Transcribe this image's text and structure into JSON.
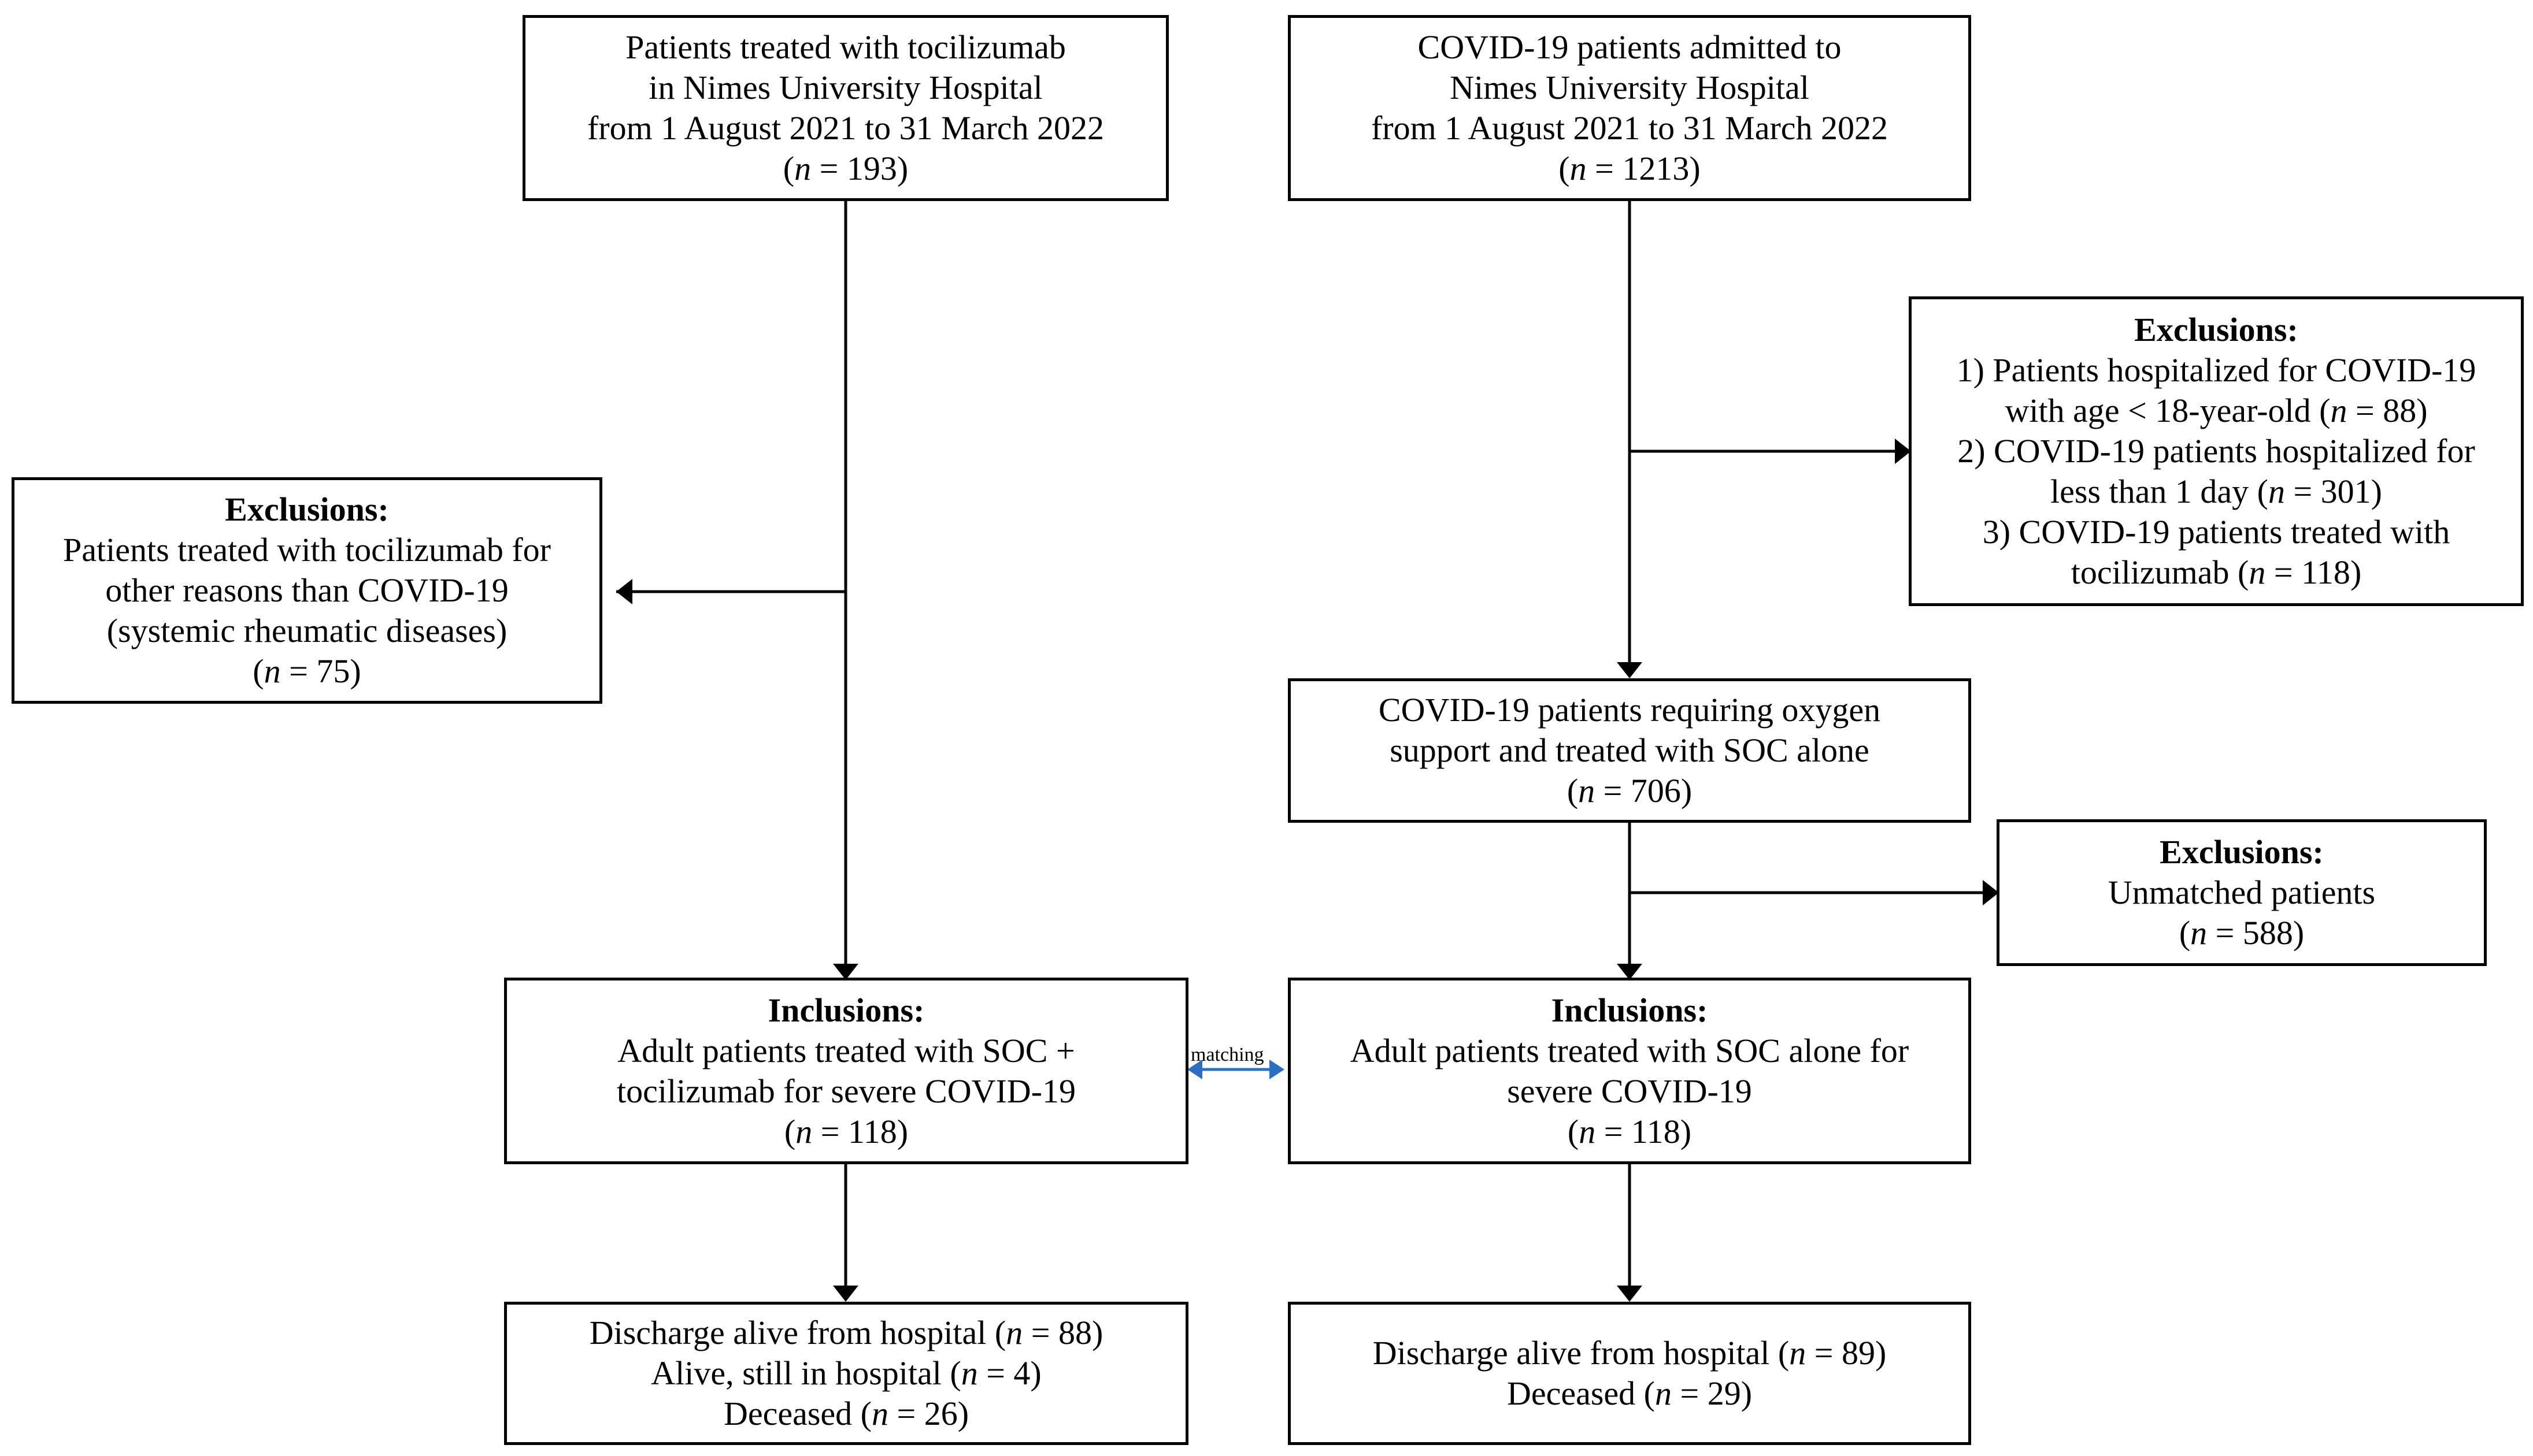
{
  "boxes": {
    "toci_treated": {
      "lines": [
        "Patients treated with tocilizumab",
        "in Nimes University Hospital",
        "from 1 August 2021 to 31 March 2022"
      ],
      "n": "193"
    },
    "covid_admitted": {
      "lines": [
        "COVID-19 patients admitted to",
        "Nimes University Hospital",
        "from 1 August 2021 to 31 March 2022"
      ],
      "n": "1213"
    },
    "excl_left": {
      "heading": "Exclusions:",
      "lines": [
        "Patients treated with tocilizumab for",
        "other reasons than COVID-19",
        "(systemic rheumatic diseases)"
      ],
      "n": "75"
    },
    "excl_right": {
      "heading": "Exclusions:",
      "items": [
        {
          "lines": [
            "1) Patients hospitalized for COVID-19"
          ],
          "last_prefix": "with age < 18-year-old (",
          "n": "88",
          "suffix": ")"
        },
        {
          "lines": [
            "2) COVID-19 patients hospitalized for"
          ],
          "last_prefix": "less than 1 day (",
          "n": "301",
          "suffix": ")"
        },
        {
          "lines": [
            "3) COVID-19 patients treated with"
          ],
          "last_prefix": "tocilizumab (",
          "n": "118",
          "suffix": ")"
        }
      ]
    },
    "oxygen": {
      "lines": [
        "COVID-19 patients requiring oxygen",
        "support and treated with SOC alone"
      ],
      "n": "706"
    },
    "excl_unmatched": {
      "heading": "Exclusions:",
      "lines": [
        "Unmatched patients"
      ],
      "n": "588"
    },
    "incl_left": {
      "heading": "Inclusions:",
      "lines": [
        "Adult patients treated with SOC +",
        "tocilizumab for severe COVID-19"
      ],
      "n": "118"
    },
    "incl_right": {
      "heading": "Inclusions:",
      "lines": [
        "Adult patients treated with SOC alone for",
        "severe COVID-19"
      ],
      "n": "118"
    },
    "outcome_left": {
      "items": [
        {
          "prefix": "Discharge alive from hospital (",
          "n": "88",
          "suffix": ")"
        },
        {
          "prefix": "Alive, still in hospital (",
          "n": "4",
          "suffix": ")"
        },
        {
          "prefix": "Deceased (",
          "n": "26",
          "suffix": ")"
        }
      ]
    },
    "outcome_right": {
      "items": [
        {
          "prefix": "Discharge alive from hospital (",
          "n": "89",
          "suffix": ")"
        },
        {
          "prefix": "Deceased (",
          "n": "29",
          "suffix": ")"
        }
      ]
    }
  },
  "n_symbol": "n",
  "n_equals": " = ",
  "matching_label": "matching",
  "colors": {
    "line": "#000000",
    "matching_arrow": "#2b6fc4"
  }
}
